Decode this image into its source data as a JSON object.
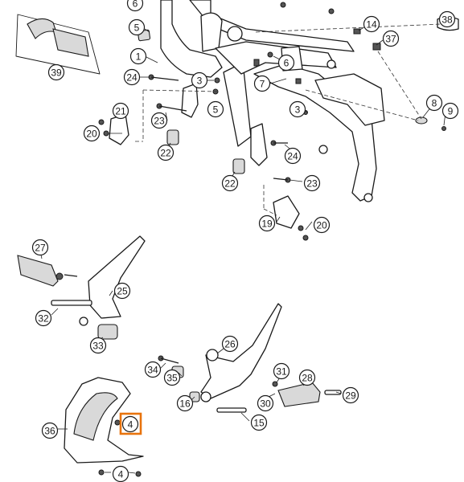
{
  "callouts": [
    {
      "label": "6"
    },
    {
      "label": "5"
    },
    {
      "label": "1"
    },
    {
      "label": "24"
    },
    {
      "label": "21"
    },
    {
      "label": "20"
    },
    {
      "label": "23"
    },
    {
      "label": "22"
    },
    {
      "label": "3"
    },
    {
      "label": "5"
    },
    {
      "label": "6"
    },
    {
      "label": "7"
    },
    {
      "label": "14"
    },
    {
      "label": "37"
    },
    {
      "label": "38"
    },
    {
      "label": "8"
    },
    {
      "label": "9"
    },
    {
      "label": "3"
    },
    {
      "label": "24"
    },
    {
      "label": "23"
    },
    {
      "label": "22"
    },
    {
      "label": "19"
    },
    {
      "label": "20"
    },
    {
      "label": "39"
    },
    {
      "label": "27"
    },
    {
      "label": "25"
    },
    {
      "label": "32"
    },
    {
      "label": "33"
    },
    {
      "label": "26"
    },
    {
      "label": "34"
    },
    {
      "label": "35"
    },
    {
      "label": "31"
    },
    {
      "label": "28"
    },
    {
      "label": "29"
    },
    {
      "label": "16"
    },
    {
      "label": "30"
    },
    {
      "label": "15"
    },
    {
      "label": "36"
    },
    {
      "label": "4"
    },
    {
      "label": "4"
    }
  ],
  "highlight_color": "#e8730c"
}
